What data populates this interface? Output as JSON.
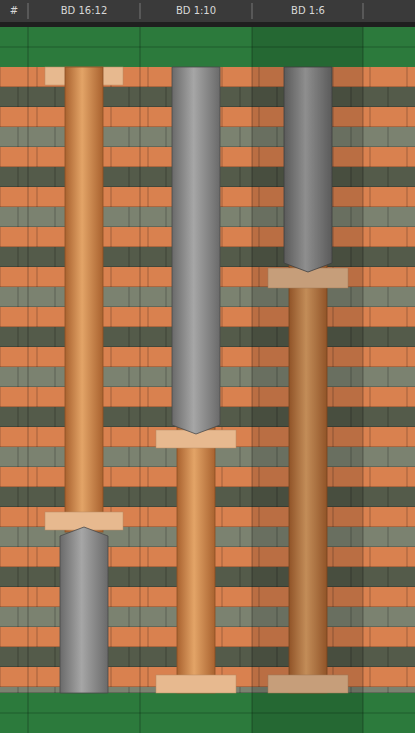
{
  "diagram": {
    "labels": [
      "#",
      "BD 16:12",
      "BD 1:10",
      "BD 1:6"
    ]
  }
}
